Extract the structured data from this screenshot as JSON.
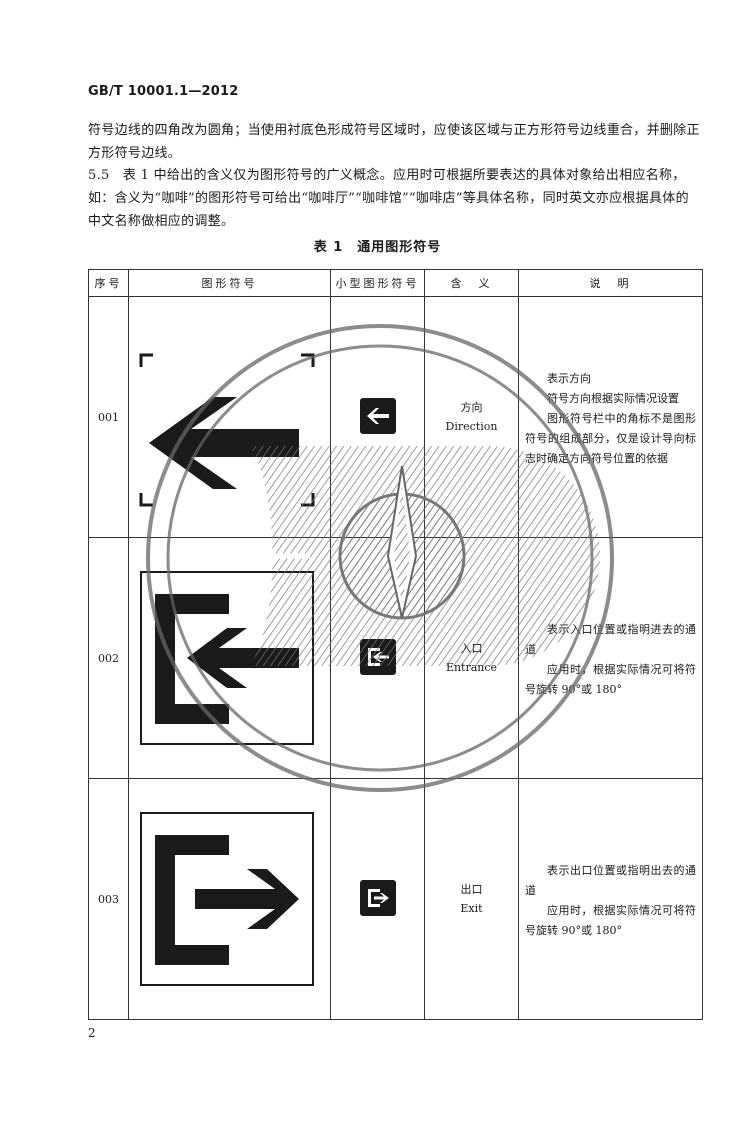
{
  "header": {
    "standard_code": "GB/T 10001.1—2012"
  },
  "paragraphs": {
    "p1": "符号边线的四角改为圆角；当使用衬底色形成符号区域时，应使该区域与正方形符号边线重合，并删除正方形符号边线。",
    "p2": "5.5　表 1 中给出的含义仅为图形符号的广义概念。应用时可根据所要表达的具体对象给出相应名称，如：含义为“咖啡”的图形符号可给出“咖啡厅”“咖啡馆”“咖啡店”等具体名称，同时英文亦应根据具体的中文名称做相应的调整。"
  },
  "table": {
    "caption": "表 1　通用图形符号",
    "headers": {
      "number": "序号",
      "symbol": "图形符号",
      "small_symbol": "小型图形符号",
      "meaning": "含　义",
      "description": "说　明"
    },
    "rows": [
      {
        "number": "001",
        "icon": "arrow-left-icon",
        "meaning_zh": "方向",
        "meaning_en": "Direction",
        "desc": [
          "表示方向",
          "符号方向根据实际情况设置",
          "图形符号栏中的角标不是图形符号的组成部分，仅是设计导向标志时确定方向符号位置的依据"
        ]
      },
      {
        "number": "002",
        "icon": "entrance-icon",
        "meaning_zh": "入口",
        "meaning_en": "Entrance",
        "desc": [
          "表示入口位置或指明进去的通道",
          "应用时，根据实际情况可将符号旋转 90°或 180°"
        ]
      },
      {
        "number": "003",
        "icon": "exit-icon",
        "meaning_zh": "出口",
        "meaning_en": "Exit",
        "desc": [
          "表示出口位置或指明出去的通道",
          "应用时，根据实际情况可将符号旋转 90°或 180°"
        ]
      }
    ]
  },
  "page_number": "2",
  "colors": {
    "ink": "#1a1a1a",
    "stamp": "#555555"
  }
}
